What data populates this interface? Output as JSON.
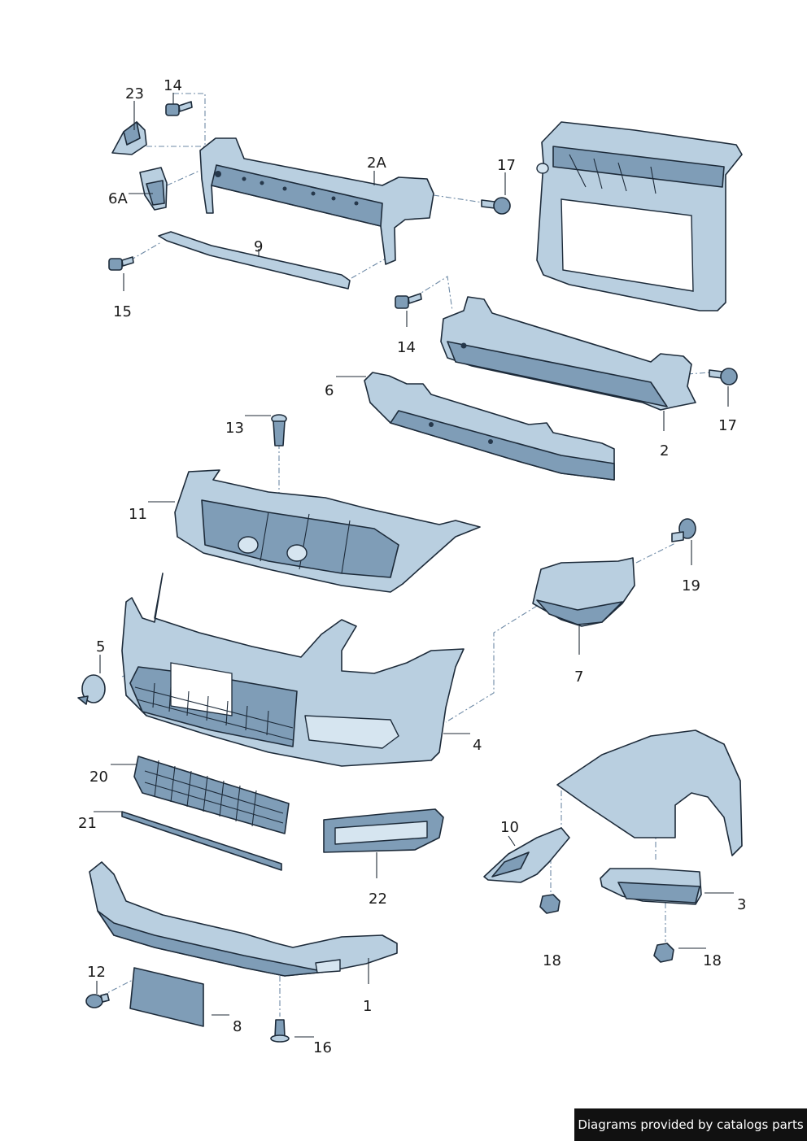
{
  "callouts": {
    "c23": "23",
    "c14a": "14",
    "c2A": "2A",
    "c17a": "17",
    "c6A": "6A",
    "c9": "9",
    "c15": "15",
    "c14b": "14",
    "c6": "6",
    "c17b": "17",
    "c2": "2",
    "c13": "13",
    "c11": "11",
    "c19": "19",
    "c5": "5",
    "c7": "7",
    "c4": "4",
    "c20": "20",
    "c21": "21",
    "c22": "22",
    "c10": "10",
    "c3": "3",
    "c18a": "18",
    "c18b": "18",
    "c12": "12",
    "c1": "1",
    "c8": "8",
    "c16": "16"
  },
  "watermark": "Diagrams provided by catalogs parts",
  "colors": {
    "part_fill": "#b9cfe0",
    "part_shadow": "#7f9db7",
    "outline": "#1d2b3a",
    "leader_dash": "#6e8aa6"
  }
}
